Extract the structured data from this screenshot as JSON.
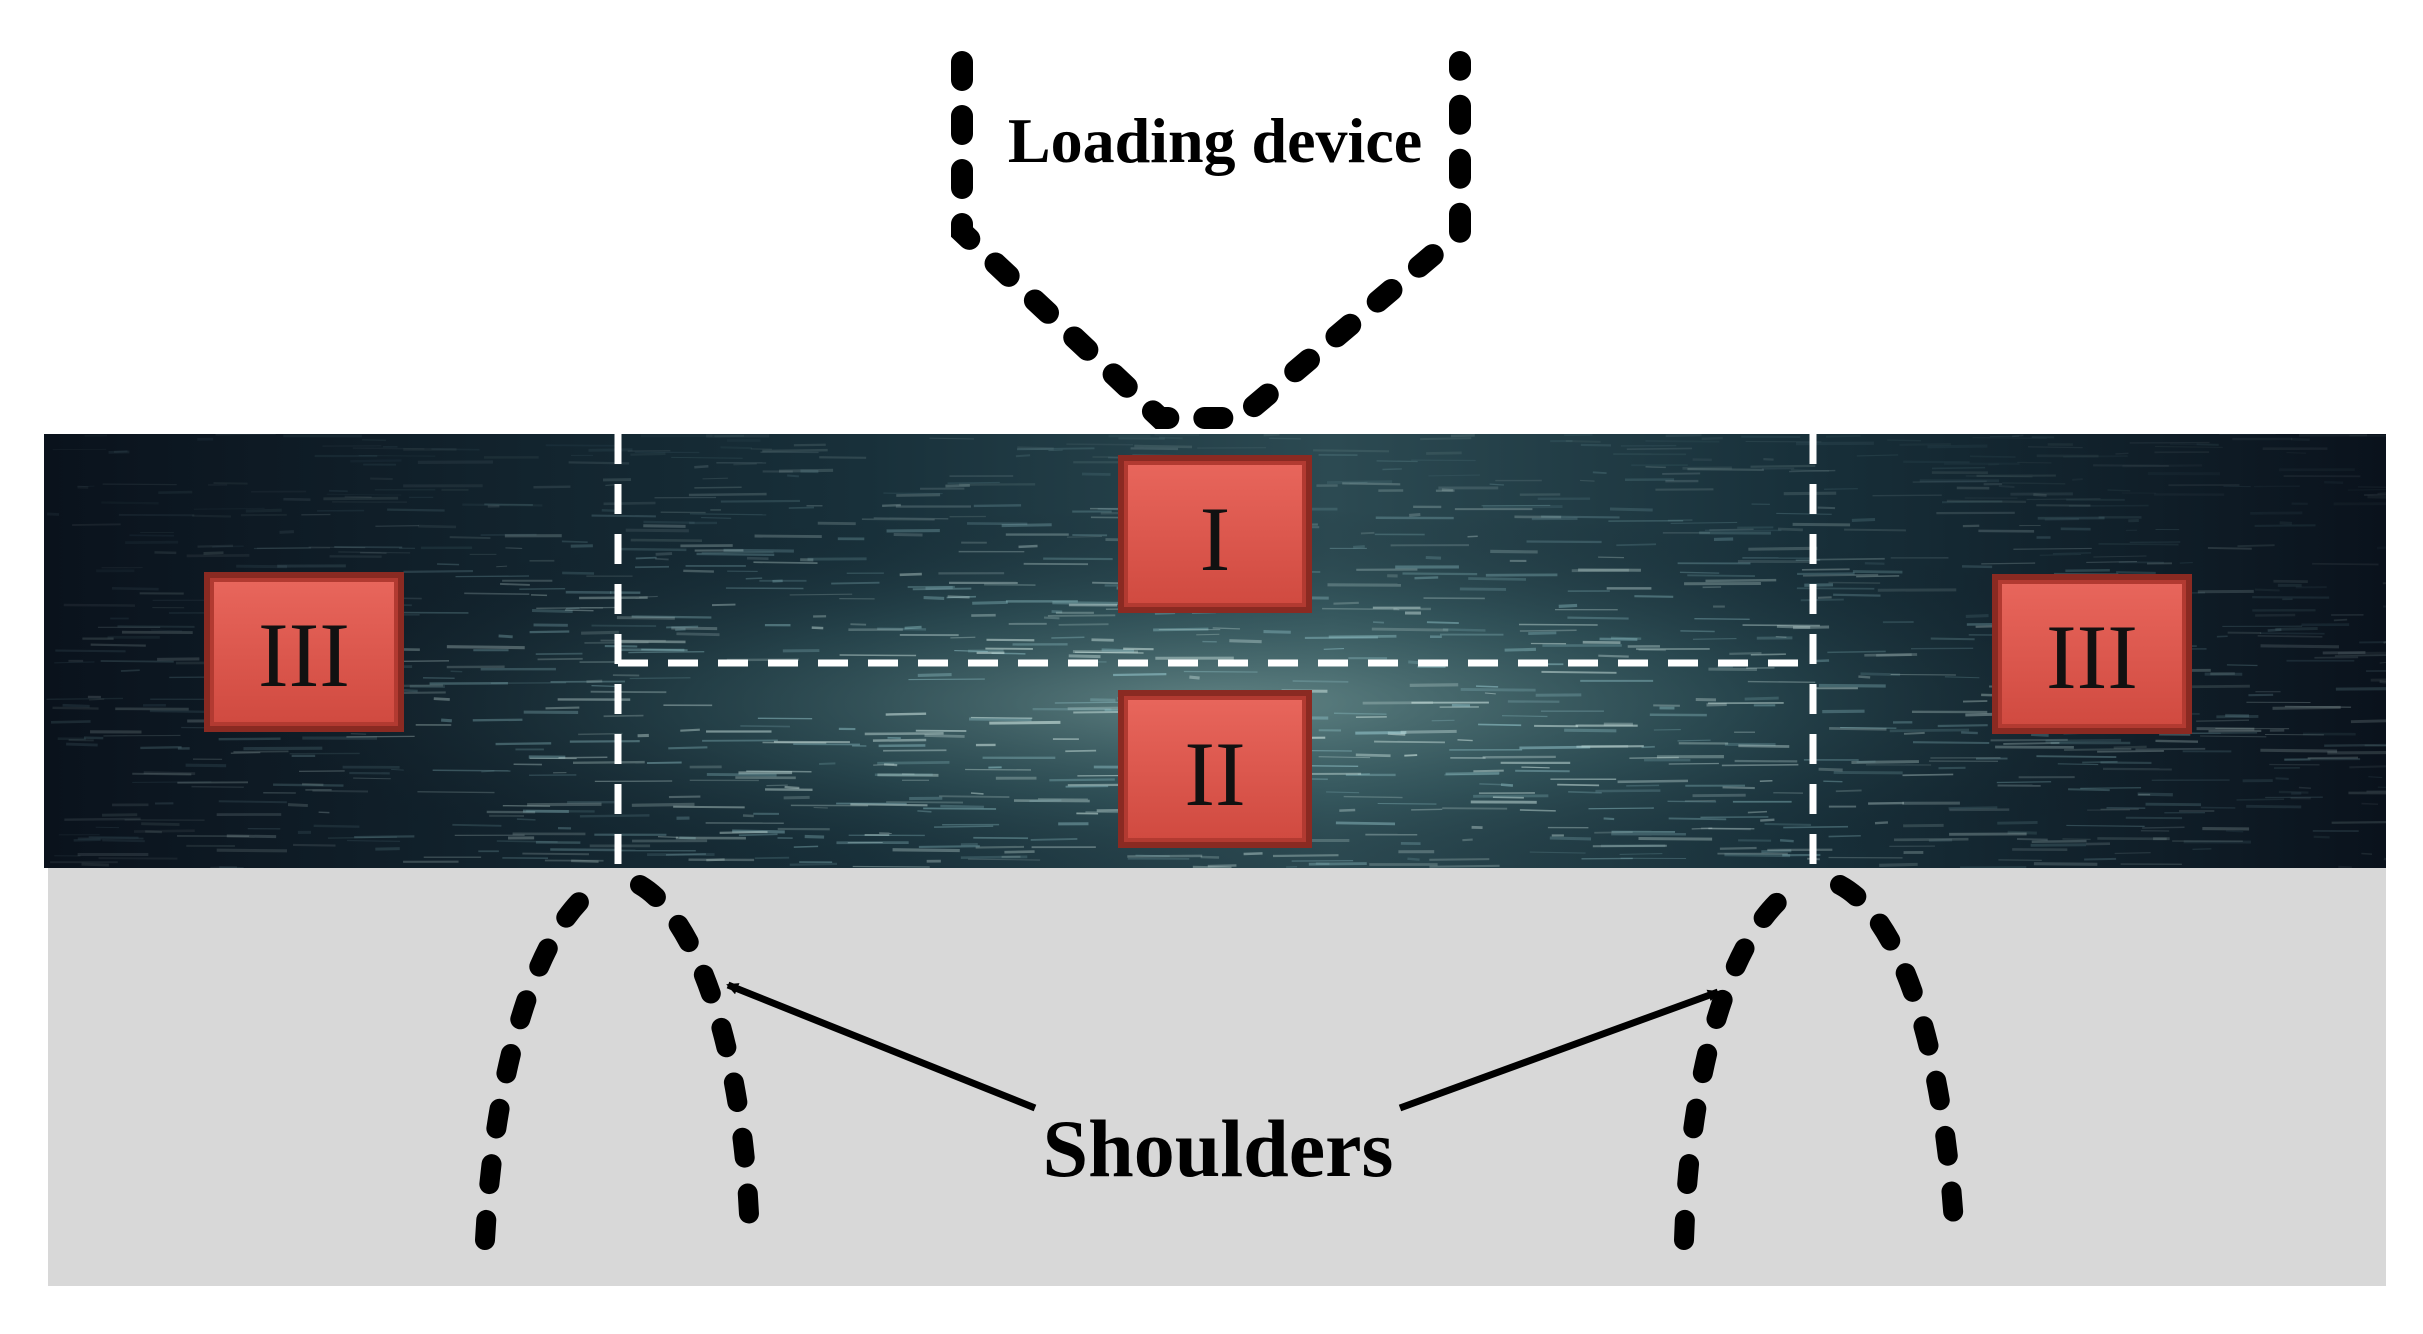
{
  "labels": {
    "loading_device": "Loading device",
    "shoulders": "Shoulders"
  },
  "regions": [
    {
      "id": "I",
      "label": "I"
    },
    {
      "id": "II",
      "label": "II"
    },
    {
      "id": "III-left",
      "label": "III"
    },
    {
      "id": "III-right",
      "label": "III"
    }
  ],
  "colors": {
    "specimen_background": "#0f1a26",
    "fiber_highlight": "#b8d6d2",
    "label_box_fill": "#d9534a",
    "label_box_border": "#8a2a22",
    "support_background": "#d8d8d8",
    "dash_white": "#ffffff",
    "dash_black": "#000000"
  }
}
